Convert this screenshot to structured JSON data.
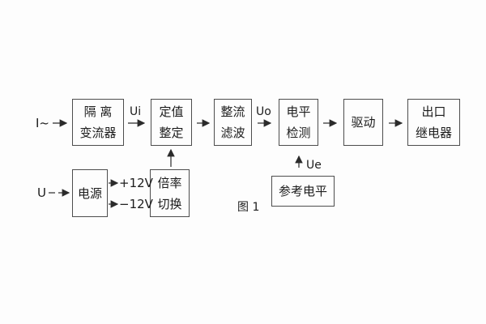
{
  "figure": {
    "caption": "图 1",
    "signal_labels": {
      "input_current": "I~",
      "input_voltage": "U",
      "ui": "Ui",
      "uo": "Uo",
      "ue": "Ue",
      "plus_12v": "+12V",
      "minus_12v": "−12V"
    },
    "blocks": {
      "isolation": {
        "line1": "隔 离",
        "line2": "变流器"
      },
      "setting": {
        "line1": "定值",
        "line2": "整定"
      },
      "rectifier": {
        "line1": "整流",
        "line2": "滤波"
      },
      "level_detect": {
        "line1": "电平",
        "line2": "检测"
      },
      "drive": {
        "line1": "驱动"
      },
      "output_relay": {
        "line1": "出口",
        "line2": "继电器"
      },
      "power": {
        "line1": "电源"
      },
      "multiplier": {
        "line1": "倍率",
        "line2": "切换"
      },
      "reference": {
        "line1": "参考电平"
      }
    },
    "colors": {
      "line": "#4d4d4d",
      "arrow": "#2b2b2b",
      "text": "#1c1c1c",
      "background": "#fdfdfd"
    }
  }
}
